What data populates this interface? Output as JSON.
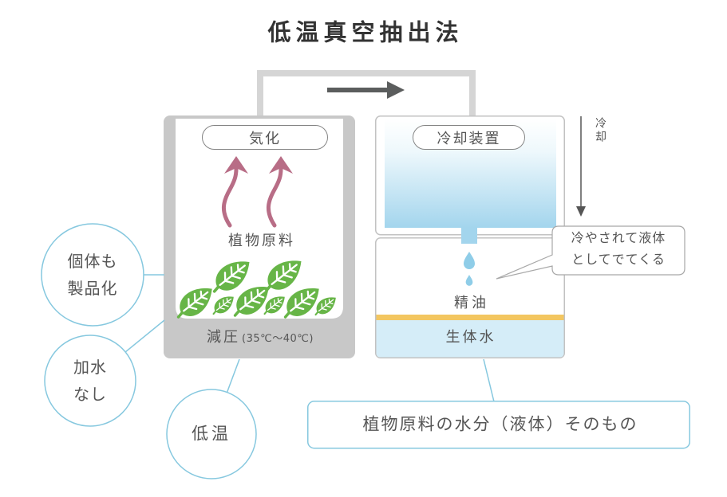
{
  "title": "低温真空抽出法",
  "left_vessel": {
    "vaporize_label": "気化",
    "material_label": "植物原料",
    "pressure_label": "減圧",
    "temperature_range": "(35℃～40℃)"
  },
  "right_vessel": {
    "cooler_label": "冷却装置",
    "oil_label": "精油",
    "water_label": "生体水"
  },
  "cooling": {
    "label": "冷却"
  },
  "callout": {
    "lines": [
      "冷やされて液体",
      "としてでてくる"
    ]
  },
  "features": [
    {
      "lines": [
        "個体も",
        "製品化"
      ]
    },
    {
      "lines": [
        "加水",
        "なし"
      ]
    },
    {
      "lines": [
        "低温"
      ]
    }
  ],
  "water_note": "植物原料の水分（液体）そのもの",
  "colors": {
    "accent_blue": "#86c8df",
    "leaf_green": "#67b547",
    "vapor_arrow": "#b86d86",
    "oil_band": "#f3c660",
    "vessel_gray": "#c8c8c8",
    "cooling_blue": "#a3d5ed",
    "water_blue": "#d5edf8",
    "flow_arrow": "#5b5d5d",
    "pipe_gray": "#d5d5d5"
  }
}
